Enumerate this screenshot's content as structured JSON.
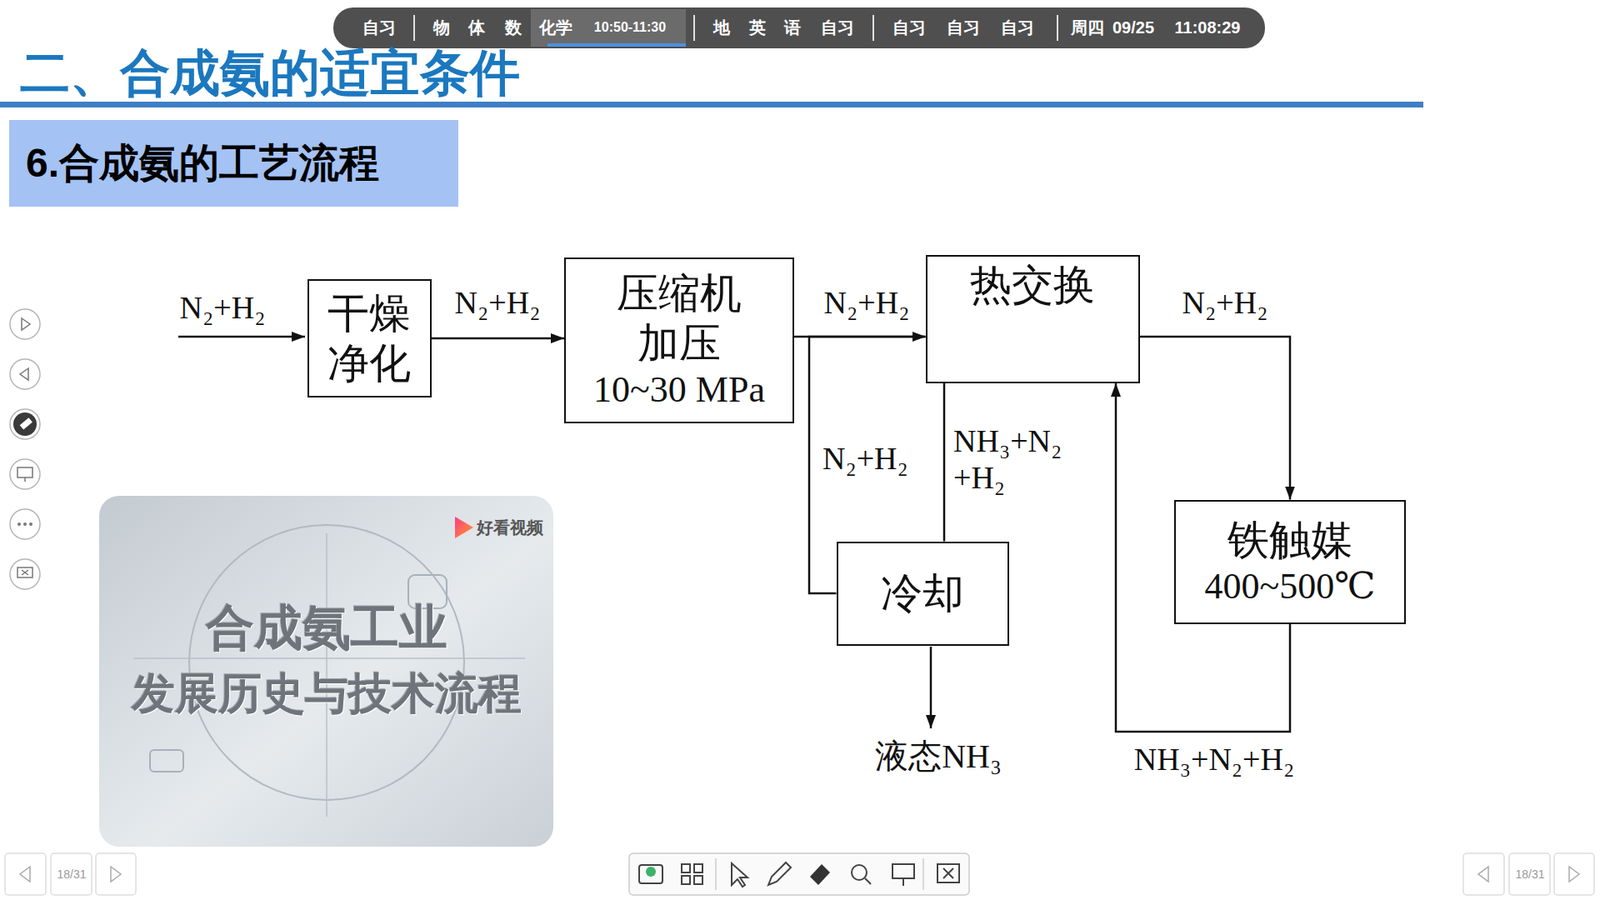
{
  "diagram": {
    "title": "二、合成氨的适宜条件",
    "nodes": [
      {
        "text": [
          "6.合成氨的工艺流程"
        ]
      },
      {
        "text": [
          "干燥 净化"
        ]
      },
      {
        "text": [
          "压缩机 加压",
          "10~30 MPa"
        ]
      },
      {
        "text": [
          "热交换"
        ]
      },
      {
        "text": [
          "铁触媒",
          "400~500℃"
        ]
      },
      {
        "text": [
          "冷却"
        ]
      }
    ],
    "edges": [
      {
        "from": 1,
        "to": 2,
        "label": "N₂+H₂",
        "arrow": "to"
      },
      {
        "from": 2,
        "to": 3,
        "label": "N₂+H₂",
        "arrow": "to"
      },
      {
        "from": 3,
        "to": 4,
        "label": "N₂+H₂",
        "arrow": "to"
      },
      {
        "from": 4,
        "to": 3,
        "label": "NH₃+N₂+H₂",
        "arrow": "to"
      },
      {
        "from": 3,
        "to": 5,
        "label": "NH₃+N₂ +H₂",
        "arrow": "none"
      },
      {
        "from": 5,
        "to": 3,
        "label": "N₂+H₂",
        "arrow": "to"
      }
    ],
    "labels": [
      "自习",
      "物",
      "体",
      "数",
      "化学",
      "10:50-11:30",
      "地",
      "英",
      "语",
      "自习",
      "自习",
      "自习",
      "自习",
      "周四",
      "09/25",
      "11:08:29",
      "N₂+H₂",
      "液态NH₃",
      "好看视频",
      "合成氨工业",
      "发展历史与技术流程",
      "18/31",
      "18/31"
    ]
  }
}
